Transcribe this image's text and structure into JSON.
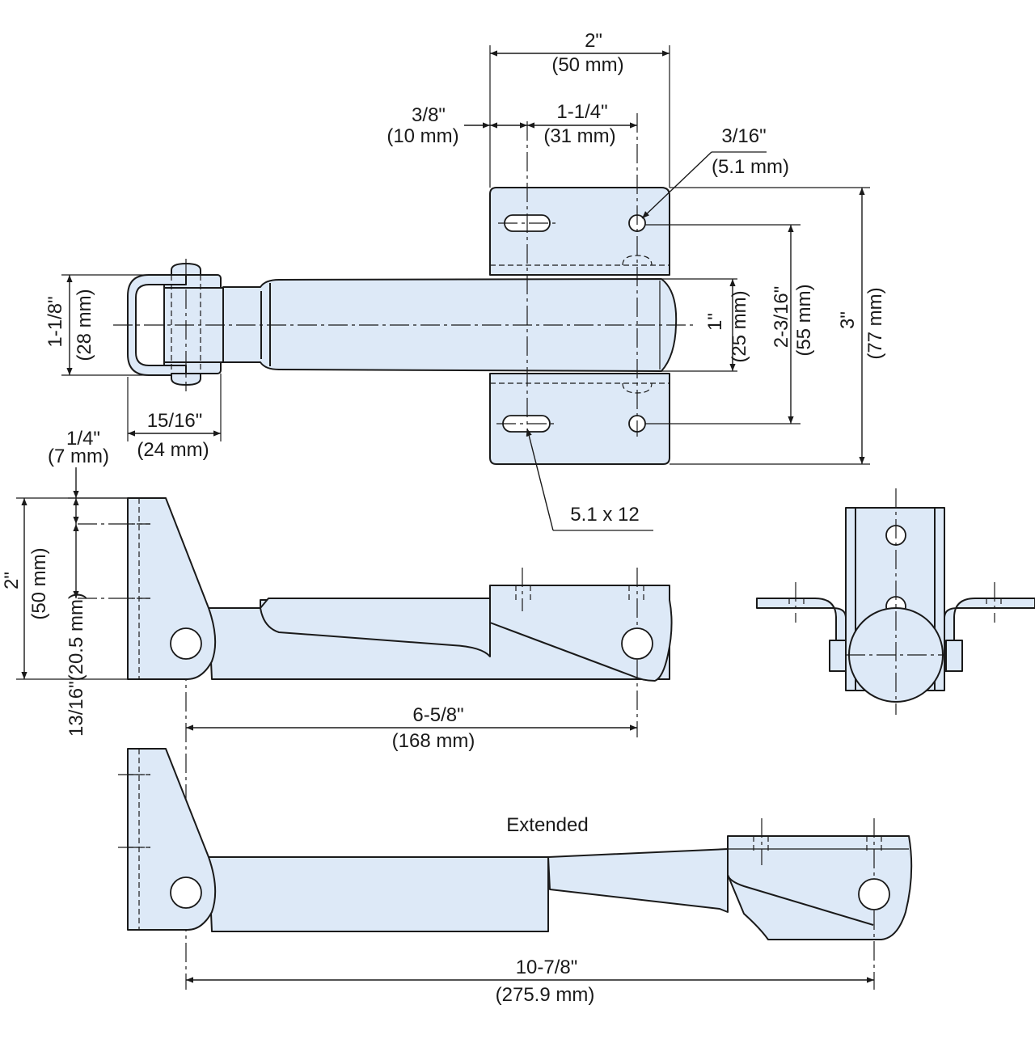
{
  "diagram": {
    "labels": {
      "top_width_in": "2\"",
      "top_width_mm": "(50 mm)",
      "slot_offset_in": "3/8\"",
      "slot_offset_mm": "(10 mm)",
      "hole_spacing_in": "1-1/4\"",
      "hole_spacing_mm": "(31 mm)",
      "hole_dia_in": "3/16\"",
      "hole_dia_mm": "(5.1 mm)",
      "clevis_height": "1-1/8\"",
      "clevis_height_mm": "(28 mm)",
      "body_height": "1\"",
      "body_height_mm": "(25 mm)",
      "hole_pitch": "2-3/16\"",
      "hole_pitch_mm": "(55 mm)",
      "overall_height": "3\"",
      "overall_height_mm": "(77 mm)",
      "clevis_width_in": "15/16\"",
      "clevis_width_mm": "(24 mm)",
      "top_offset_in": "1/4\"",
      "top_offset_mm": "(7 mm)",
      "slot_size": "5.1 x 12",
      "bracket_height": "2\"",
      "bracket_height_mm": "(50 mm)",
      "hole_offset": "13/16\"(20.5 mm)",
      "closed_length_in": "6-5/8\"",
      "closed_length_mm": "(168 mm)",
      "extended_label": "Extended",
      "extended_length_in": "10-7/8\"",
      "extended_length_mm": "(275.9 mm)"
    }
  }
}
